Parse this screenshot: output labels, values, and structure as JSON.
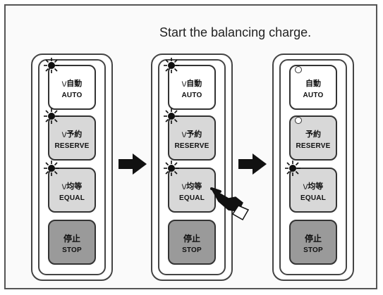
{
  "caption": "Start the balancing charge.",
  "panels": [
    {
      "buttons": [
        {
          "jp": "自動",
          "en": "AUTO",
          "lamp": "on"
        },
        {
          "jp": "予約",
          "en": "RESERVE",
          "lamp": "on"
        },
        {
          "jp": "均等",
          "en": "EQUAL",
          "lamp": "on"
        },
        {
          "jp": "停止",
          "en": "STOP",
          "lamp": "none"
        }
      ]
    },
    {
      "buttons": [
        {
          "jp": "自動",
          "en": "AUTO",
          "lamp": "on"
        },
        {
          "jp": "予約",
          "en": "RESERVE",
          "lamp": "on"
        },
        {
          "jp": "均等",
          "en": "EQUAL",
          "lamp": "on"
        },
        {
          "jp": "停止",
          "en": "STOP",
          "lamp": "none"
        }
      ],
      "pressed": "EQUAL"
    },
    {
      "buttons": [
        {
          "jp": "自動",
          "en": "AUTO",
          "lamp": "off"
        },
        {
          "jp": "予約",
          "en": "RESERVE",
          "lamp": "off"
        },
        {
          "jp": "均等",
          "en": "EQUAL",
          "lamp": "on"
        },
        {
          "jp": "停止",
          "en": "STOP",
          "lamp": "none"
        }
      ]
    }
  ],
  "lamp_prefix": "\\/",
  "colors": {
    "stop_button": "#9a9a9a",
    "grey_button": "#d8d8d8",
    "lamp_on": "#111111"
  },
  "icons": [
    "lamp-on-icon",
    "lamp-off-icon",
    "right-arrow-icon",
    "pressing-hand-icon"
  ]
}
